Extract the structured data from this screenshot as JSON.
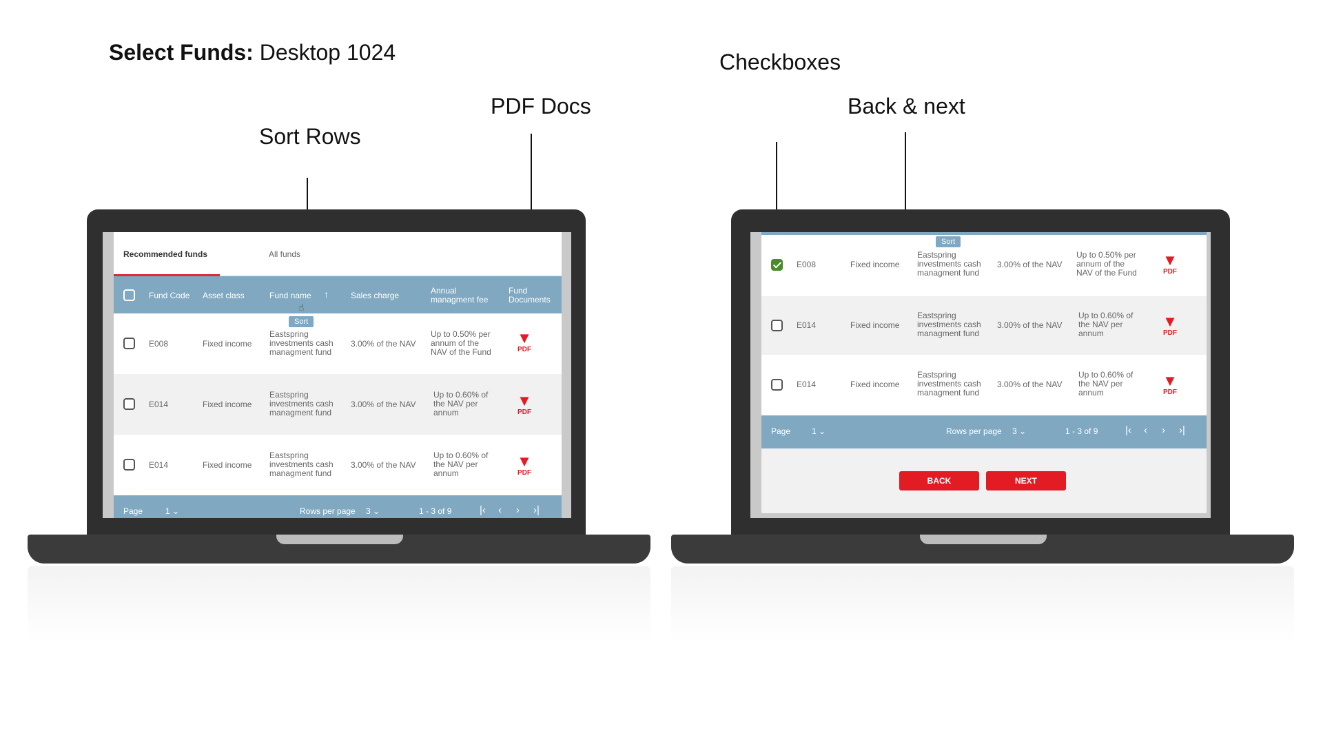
{
  "heading": {
    "bold": "Select Funds:",
    "rest": " Desktop 1024"
  },
  "annotations": {
    "sort_rows": "Sort Rows",
    "pdf_docs": "PDF Docs",
    "checkboxes": "Checkboxes",
    "back_next": "Back & next"
  },
  "colors": {
    "accent": "#e31b23",
    "header": "#80a9c1",
    "check": "#4a8b2a"
  },
  "tabs": [
    "Recommended funds",
    "All funds"
  ],
  "columns": {
    "fund_code": "Fund Code",
    "asset_class": "Asset class",
    "fund_name": "Fund name",
    "sales_charge": "Sales charge",
    "annual_fee": "Annual managment fee",
    "fund_documents": "Fund Documents"
  },
  "sort_tooltip": "Sort",
  "sort_icon": "arrow-up-icon",
  "rows": [
    {
      "code": "E008",
      "asset": "Fixed income",
      "name": "Eastspring investments cash managment fund",
      "charge": "3.00% of the NAV",
      "fee": "Up to 0.50% per annum of the NAV of the Fund",
      "doc": "PDF"
    },
    {
      "code": "E014",
      "asset": "Fixed income",
      "name": "Eastspring investments cash managment fund",
      "charge": "3.00% of the NAV",
      "fee": "Up to 0.60% of the NAV per annum",
      "doc": "PDF"
    },
    {
      "code": "E014",
      "asset": "Fixed income",
      "name": "Eastspring investments cash managment fund",
      "charge": "3.00% of the NAV",
      "fee": "Up to 0.60% of the NAV per annum",
      "doc": "PDF"
    }
  ],
  "pager": {
    "page_label": "Page",
    "page_value": "1",
    "rows_label": "Rows per page",
    "rows_value": "3",
    "range": "1 - 3 of 9"
  },
  "buttons": {
    "back": "BACK",
    "next": "NEXT"
  }
}
